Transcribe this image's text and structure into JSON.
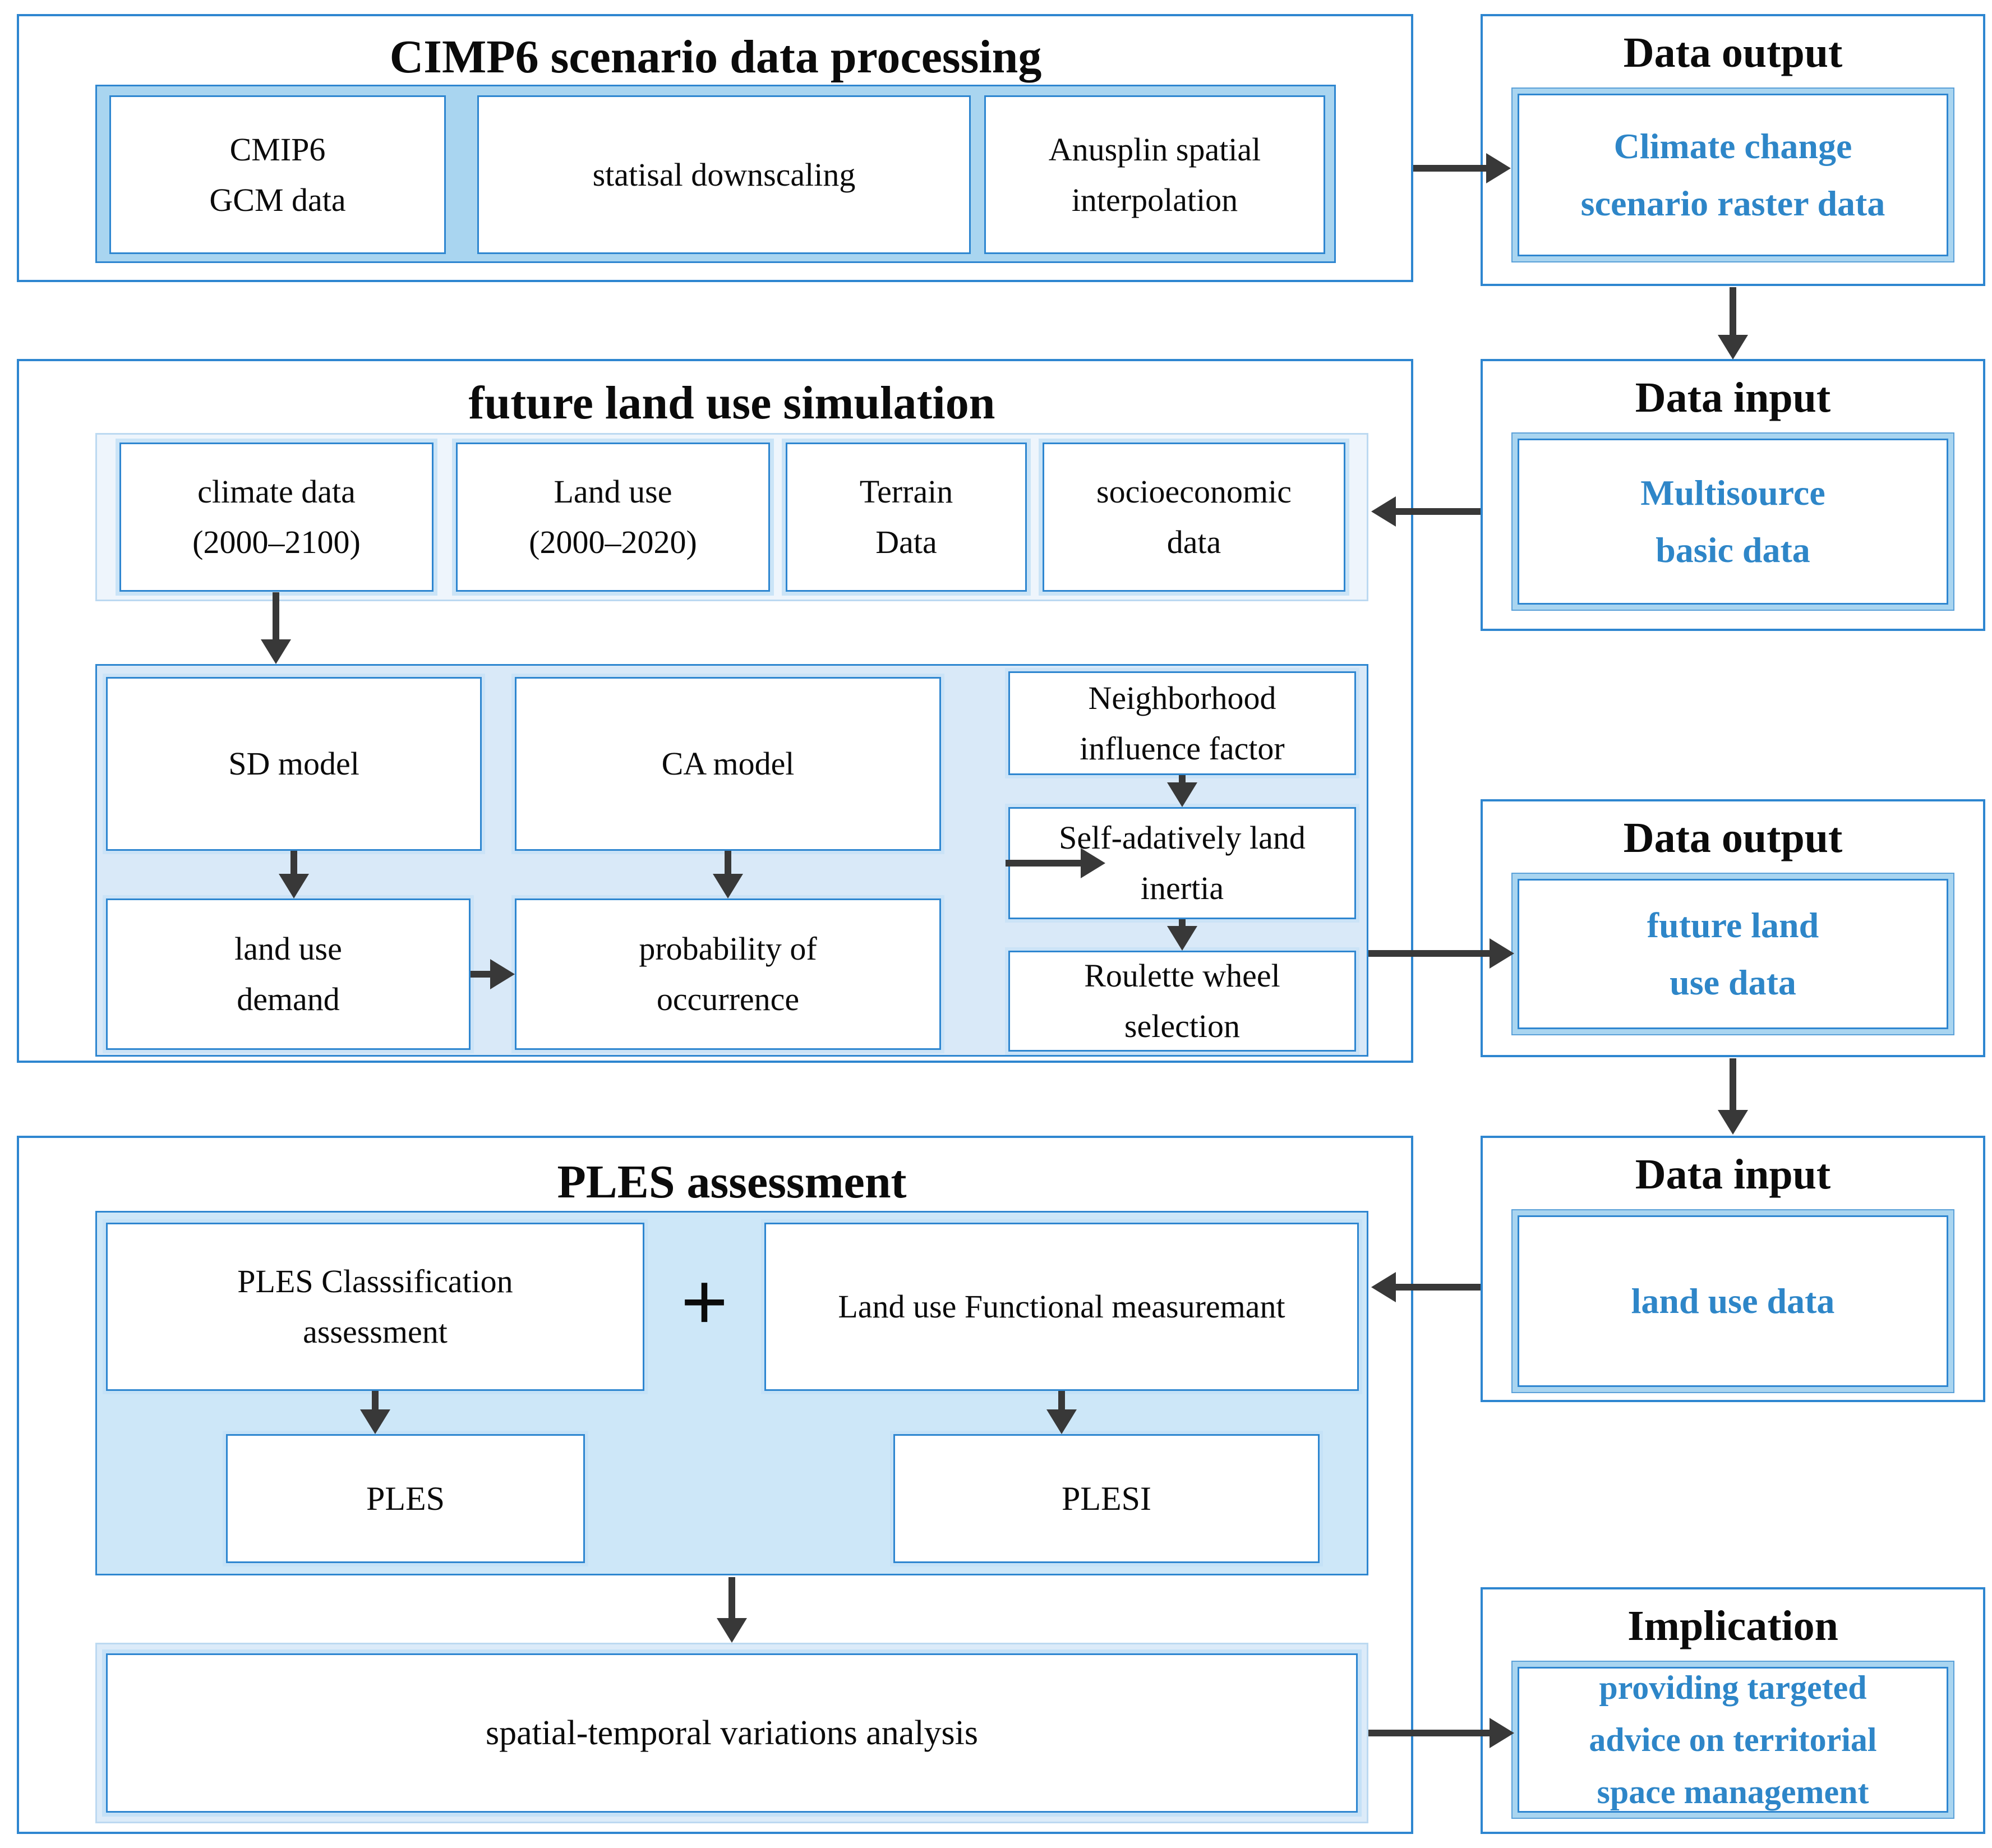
{
  "section1": {
    "title": "CIMP6 scenario data processing",
    "box_gcm": "CMIP6\nGCM data",
    "box_downscaling": "statisal downscaling",
    "box_anusplin": "Anusplin spatial\ninterpolation"
  },
  "section2": {
    "title": "future land use simulation",
    "box_climate": "climate data\n(2000–2100)",
    "box_landuse": "Land use\n(2000–2020)",
    "box_terrain": "Terrain\nData",
    "box_socio": "socioeconomic\ndata",
    "box_sd": "SD model",
    "box_ca": "CA model",
    "box_demand": "land use\ndemand",
    "box_probability": "probability of\noccurrence",
    "box_neighborhood": "Neighborhood\ninfluence factor",
    "box_inertia": "Self-adatively land\ninertia",
    "box_roulette": "Roulette wheel\nselection"
  },
  "section3": {
    "title": "PLES assessment",
    "box_classification": "PLES Classsification\nassessment",
    "plus_sign": "+",
    "box_functional": "Land use Functional measuremant",
    "box_ples": "PLES",
    "box_plesi": "PLESI",
    "box_spatial": "spatial-temporal variations analysis"
  },
  "right_column": {
    "r1_title": "Data output",
    "r1_value": "Climate change\nscenario raster data",
    "r2_title": "Data input",
    "r2_value": "Multisource\nbasic data",
    "r3_title": "Data output",
    "r3_value": "future land\nuse data",
    "r4_title": "Data input",
    "r4_value": "land use data",
    "r5_title": "Implication",
    "r5_value": "providing targeted\nadvice on territorial\nspace management"
  },
  "colors": {
    "section_border": "#2e86d0",
    "container_fill_strong": "#a9d5f0",
    "container_fill_medium": "#d9e9f8",
    "container_fill_light": "#eef5fc",
    "blue_text": "#2e86c8",
    "arrow": "#383838"
  }
}
